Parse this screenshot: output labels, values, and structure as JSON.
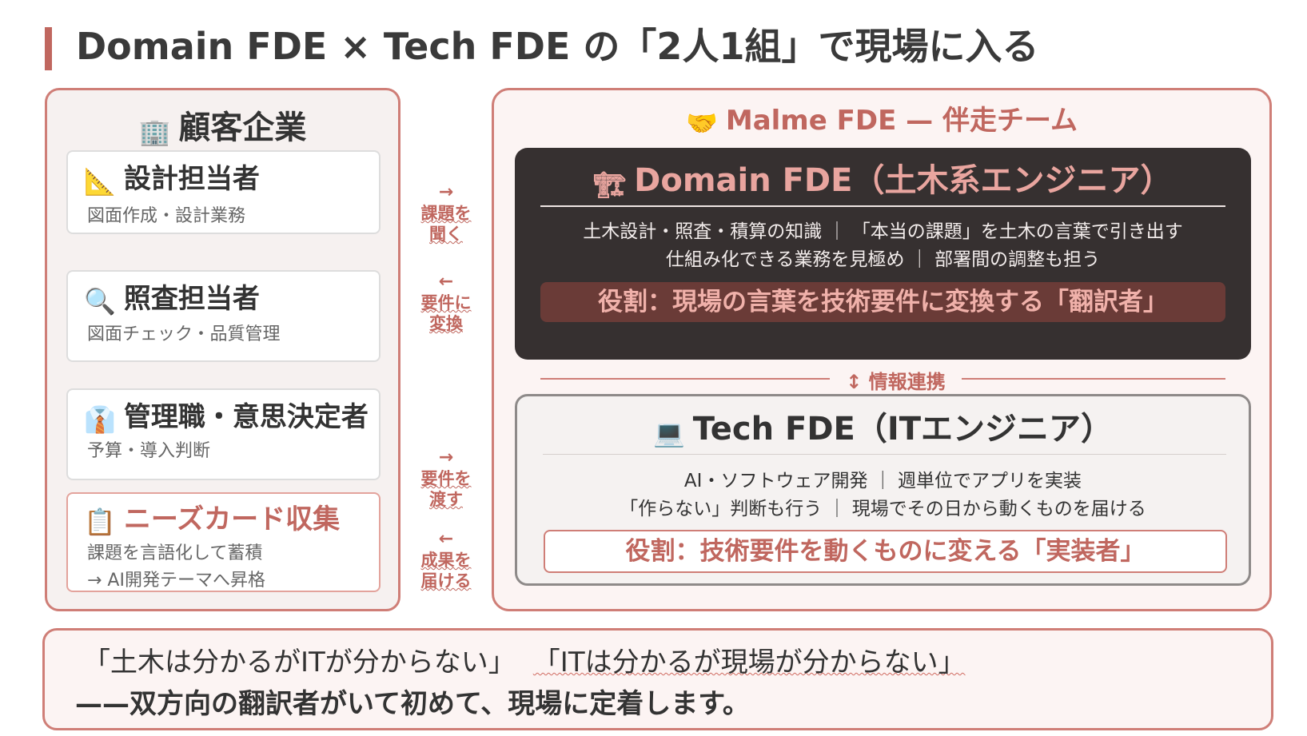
{
  "title": "Domain FDE × Tech FDE の「2人1組」で現場に入る",
  "customer": {
    "title": "顧客企業",
    "icon": "🏢",
    "roles": [
      {
        "icon": "📐",
        "title": "設計担当者",
        "desc": "図面作成・設計業務"
      },
      {
        "icon": "🔍",
        "title": "照査担当者",
        "desc": "図面チェック・品質管理"
      },
      {
        "icon": "👔",
        "title": "管理職・意思決定者",
        "desc": "予算・導入判断"
      }
    ],
    "needs_card": {
      "icon": "📋",
      "title": "ニーズカード収集",
      "line1": "課題を言語化して蓄積",
      "line2": "→ AI開発テーマへ昇格"
    }
  },
  "flows": [
    {
      "arrow": "→",
      "line1": "課題を",
      "line2": "聞く"
    },
    {
      "arrow": "←",
      "line1": "要件に",
      "line2": "変換"
    },
    {
      "arrow": "→",
      "line1": "要件を",
      "line2": "渡す"
    },
    {
      "arrow": "←",
      "line1": "成果を",
      "line2": "届ける"
    }
  ],
  "team": {
    "icon": "🤝",
    "title": "Malme FDE — 伴走チーム",
    "domain": {
      "icon": "🏗",
      "title": "Domain FDE（土木系エンジニア）",
      "line1": "土木設計・照査・積算の知識 ｜ 「本当の課題」を土木の言葉で引き出す",
      "line2": "仕組み化できる業務を見極め ｜ 部署間の調整も担う",
      "role": "役割：現場の言葉を技術要件に変換する「翻訳者」"
    },
    "sync": "↕ 情報連携",
    "tech": {
      "icon": "💻",
      "title": "Tech FDE（ITエンジニア）",
      "line1": "AI・ソフトウェア開発 ｜ 週単位でアプリを実装",
      "line2": "「作らない」判断も行う ｜ 現場でその日から動くものを届ける",
      "role": "役割：技術要件を動くものに変える「実装者」"
    }
  },
  "footer": {
    "quote1": "「土木は分かるがITが分からない」",
    "quote2": "「ITは分かるが現場が分からない」",
    "conclusion": "——双方向の翻訳者がいて初めて、現場に定着します。"
  }
}
